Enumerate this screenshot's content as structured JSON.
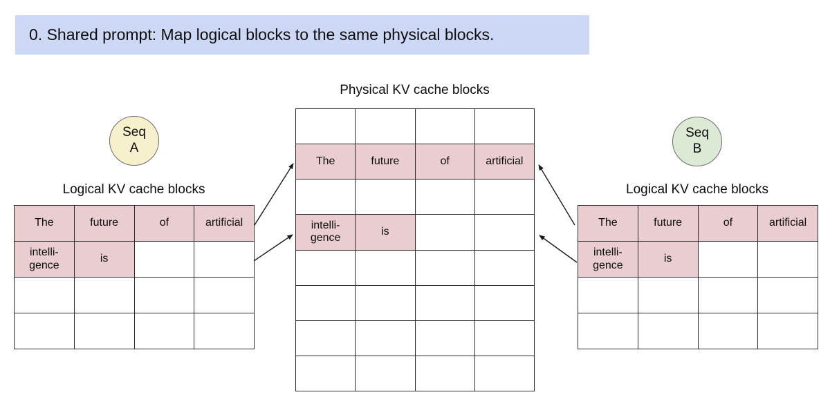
{
  "banner": {
    "text": "0. Shared prompt: Map logical blocks to the same physical blocks."
  },
  "colors": {
    "banner_bg": "#cdd8f6",
    "cell_pink": "#e9cdd0",
    "seq_a_bg": "#f7f0cd",
    "seq_b_bg": "#dcead5",
    "table_border": "#2b2b2b"
  },
  "physical_blocks": {
    "title": "Physical KV cache blocks",
    "grid": [
      [
        "",
        "",
        "",
        ""
      ],
      [
        "The",
        "future",
        "of",
        "artificial"
      ],
      [
        "",
        "",
        "",
        ""
      ],
      [
        "intelli-\ngence",
        "is",
        "",
        ""
      ],
      [
        "",
        "",
        "",
        ""
      ],
      [
        "",
        "",
        "",
        ""
      ],
      [
        "",
        "",
        "",
        ""
      ],
      [
        "",
        "",
        "",
        ""
      ]
    ]
  },
  "seq_a": {
    "badge": "Seq\nA",
    "title": "Logical KV cache blocks",
    "grid": [
      [
        "The",
        "future",
        "of",
        "artificial"
      ],
      [
        "intelli-\ngence",
        "is",
        "",
        ""
      ],
      [
        "",
        "",
        "",
        ""
      ],
      [
        "",
        "",
        "",
        ""
      ]
    ]
  },
  "seq_b": {
    "badge": "Seq\nB",
    "title": "Logical KV cache blocks",
    "grid": [
      [
        "The",
        "future",
        "of",
        "artificial"
      ],
      [
        "intelli-\ngence",
        "is",
        "",
        ""
      ],
      [
        "",
        "",
        "",
        ""
      ],
      [
        "",
        "",
        "",
        ""
      ]
    ]
  }
}
